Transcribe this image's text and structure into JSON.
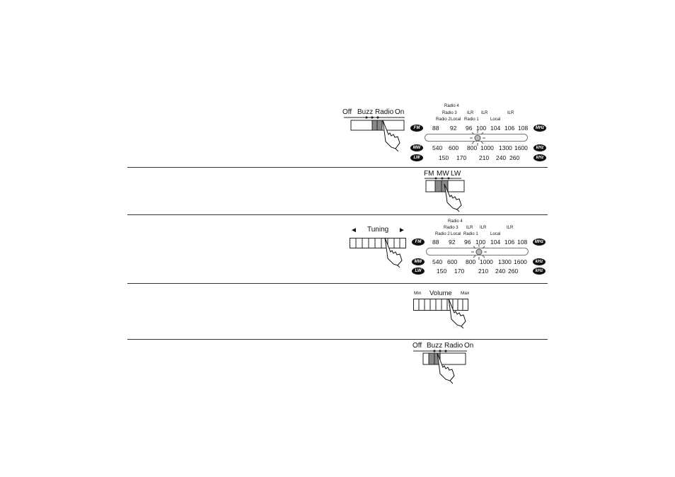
{
  "step1": {
    "switch_labels": [
      "Off",
      "Buzz",
      "Radio",
      "On"
    ],
    "dial": {
      "presets_top": "Radio 4",
      "presets_mid": [
        "Radio 3",
        "ILR",
        "ILR",
        "ILR"
      ],
      "presets_bot": [
        "Radio 2",
        "Local",
        "Radio 1",
        "Local"
      ],
      "fm_badge": "FM",
      "fm_unit": "MHz",
      "fm_scale": [
        "88",
        "92",
        "96",
        "100",
        "104",
        "106",
        "108"
      ],
      "mw_badge": "MW",
      "mw_unit": "kHz",
      "mw_scale": [
        "540",
        "600",
        "800",
        "1000",
        "1300",
        "1600"
      ],
      "lw_badge": "LW",
      "lw_unit": "kHz",
      "lw_scale": [
        "150",
        "170",
        "210",
        "240",
        "260"
      ]
    }
  },
  "step2": {
    "band_labels": [
      "FM",
      "MW",
      "LW"
    ]
  },
  "step3": {
    "tuning_label": "Tuning",
    "left_arrow": "◄",
    "right_arrow": "►",
    "dial": {
      "presets_top": "Radio 4",
      "presets_mid": [
        "Radio 3",
        "ILR",
        "ILR",
        "ILR"
      ],
      "presets_bot": [
        "Radio 2",
        "Local",
        "Radio 1",
        "Local"
      ],
      "fm_badge": "FM",
      "fm_unit": "MHz",
      "fm_scale": [
        "88",
        "92",
        "96",
        "100",
        "104",
        "106",
        "108"
      ],
      "mw_badge": "MW",
      "mw_unit": "kHz",
      "mw_scale": [
        "540",
        "600",
        "800",
        "1000",
        "1300",
        "1600"
      ],
      "lw_badge": "LW",
      "lw_unit": "kHz",
      "lw_scale": [
        "150",
        "170",
        "210",
        "240",
        "260"
      ]
    }
  },
  "step4": {
    "min_label": "Min",
    "volume_label": "Volume",
    "max_label": "Max"
  },
  "step5": {
    "switch_labels": [
      "Off",
      "Buzz",
      "Radio",
      "On"
    ]
  },
  "icons": {
    "hand": "pointing-hand-icon",
    "indicator": "tuning-indicator-icon"
  }
}
